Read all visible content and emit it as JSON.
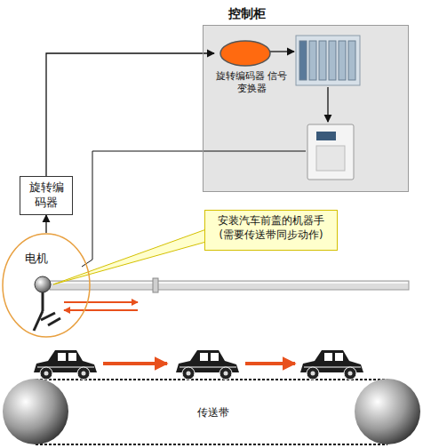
{
  "diagram": {
    "nodes": [
      {
        "text": [
          "控制柜"
        ]
      },
      {
        "text": [
          "旋转编码器 信号变换器"
        ],
        "in": 0
      },
      {
        "text": [
          "旋转编 码器"
        ]
      },
      {
        "text": [
          "电机"
        ]
      },
      {
        "text": [
          "安装汽车前盖的机器手 (需要传送带同步动作)"
        ]
      }
    ],
    "edges": [
      {
        "from": 2,
        "to": 1,
        "arrow": "to"
      },
      {
        "from": 3,
        "to": 2,
        "arrow": "to"
      }
    ],
    "labels": [
      "传送带"
    ]
  }
}
